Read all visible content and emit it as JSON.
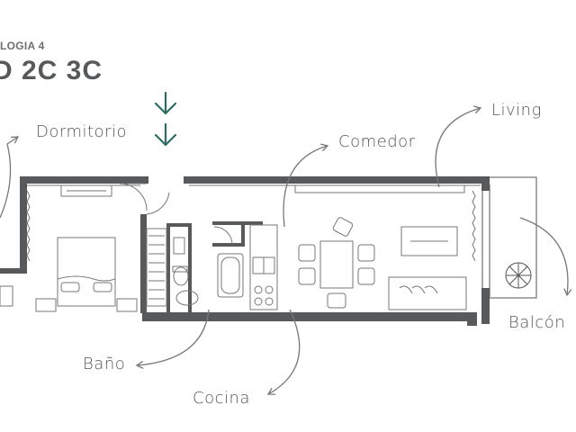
{
  "header": {
    "subtitle": "LOGIA 4",
    "title": "D 2C 3C"
  },
  "rooms": {
    "dormitorio": "Dormitorio",
    "comedor": "Comedor",
    "living": "Living",
    "balcon": "Balcón",
    "bano": "Baño",
    "cocina": "Cocina"
  },
  "colors": {
    "wall": "#58595b",
    "furniture": "#777777",
    "arrow_accent": "#2e6b62",
    "label": "#555555"
  },
  "icons": {
    "entry": "double-down-arrow-icon"
  }
}
